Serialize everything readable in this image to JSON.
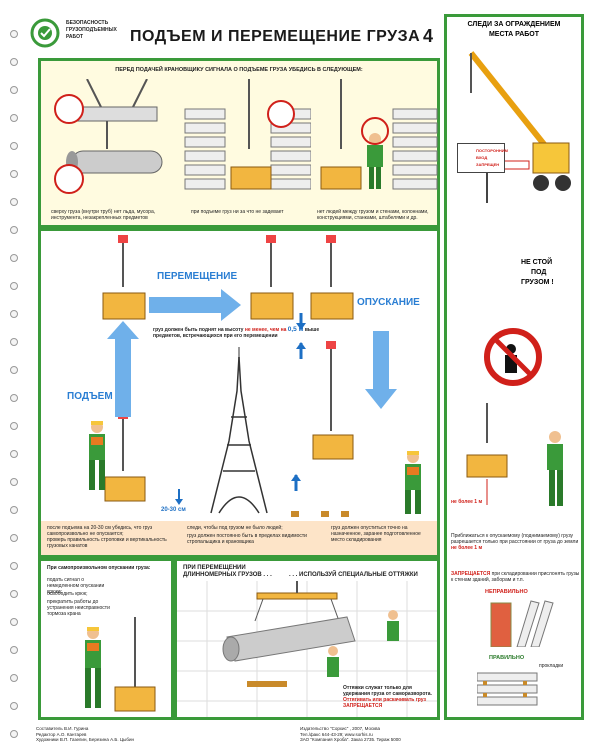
{
  "header": {
    "org_line1": "БЕЗОПАСНОСТЬ",
    "org_line2": "ГРУЗОПОДЪЕМНЫХ",
    "org_line3": "РАБОТ",
    "title": "ПОДЪЕМ И ПЕРЕМЕЩЕНИЕ ГРУЗА",
    "number": "4"
  },
  "top": {
    "heading": "ПЕРЕД ПОДАЧЕЙ КРАНОВЩИКУ СИГНАЛА О ПОДЪЕМЕ ГРУЗА УБЕДИСЬ В СЛЕДУЮЩЕМ:",
    "cap1": "сверху груза (внутри труб) нет льда, мусора, инструмента, незакрепленных предметов",
    "cap2": "при подъеме груз ни за что не задевает",
    "cap3": "нет людей между грузом и стенами, колоннами, конструкциями, станками, штабелями и др."
  },
  "right": {
    "heading1": "СЛЕДИ ЗА ОГРАЖДЕНИЕМ",
    "heading2": "МЕСТА РАБОТ",
    "sign1": "ПОСТОРОННИМ",
    "sign2": "ВХОД",
    "sign3": "ЗАПРЕЩЕН",
    "dont1": "НЕ СТОЙ",
    "dont2": "ПОД",
    "dont3": "ГРУЗОМ !",
    "limit": "не более 1 м",
    "approach_text": "Приближаться к опускаемому (поднимаемому) грузу разрешается только при расстоянии от груза до земли",
    "approach_value": "не более 1 м",
    "forbidden_word": "ЗАПРЕЩАЕТСЯ",
    "forbidden_text": "при складировании прислонять грузы к стенам зданий, заборам и т.п.",
    "wrong": "НЕПРАВИЛЬНО",
    "right_label": "ПРАВИЛЬНО",
    "pads": "прокладки"
  },
  "middle": {
    "move": "ПЕРЕМЕЩЕНИЕ",
    "lower": "ОПУСКАНИЕ",
    "lift": "ПОДЪЕМ",
    "height_note_a": "груз должен быть поднят на высоту",
    "height_note_b": "не менее, чем на",
    "height_value": "0,5 м",
    "height_note_c": "выше предметов, встречающихся при его перемещении",
    "gap": "20-30 см",
    "note_left": [
      "после подъема на 20-30 см убедись, что груз самопроизвольно не опускается;",
      "проверь правильность строповки и вертикальность грузовых канатов"
    ],
    "note_center": [
      "следи, чтобы под грузом не было людей;",
      "груз должен постоянно быть в пределах видимости стропальщика и крановщика"
    ],
    "note_right": "груз должен опуститься точно на назначенное, заранее подготовленное место складирования"
  },
  "bottom": {
    "self_heading": "При самопроизвольном опускании груза:",
    "self_steps": [
      "подать сигнал о немедленном опускании крюка;",
      "освободить крюк;",
      "прекратить работы до устранения неисправности тормоза крана"
    ],
    "long1": "ПРИ ПЕРЕМЕЩЕНИИ",
    "long2": "ДЛИННОМЕРНЫХ ГРУЗОВ . . .",
    "long3": ". . . ИСПОЛЬЗУЙ СПЕЦИАЛЬНЫЕ ОТТЯЖКИ",
    "ropes_note": "Оттяжки служат только для удержания груза от саморазворота.",
    "ropes_forbidden": "Оттягивать или раскачивать груз ЗАПРЕЩАЕТСЯ"
  },
  "credits": {
    "left": [
      "Составитель В.И. Гурина",
      "Редактор А.О. Кантарев",
      "Художники В.П. Газелин, Березина А.Б. Цыбин"
    ],
    "right": [
      "Издательство \"Сорхис\" , 2007, Москва",
      "Тел./факс 644-43-29; www.sorhis.ru",
      "ЗАО \"Компания Хроба\". Заказ 2735. Тираж 5000"
    ]
  },
  "colors": {
    "green": "#3a9a3a",
    "red": "#d0201a",
    "blue": "#2a7ed3",
    "yellow": "#f6c63a"
  }
}
